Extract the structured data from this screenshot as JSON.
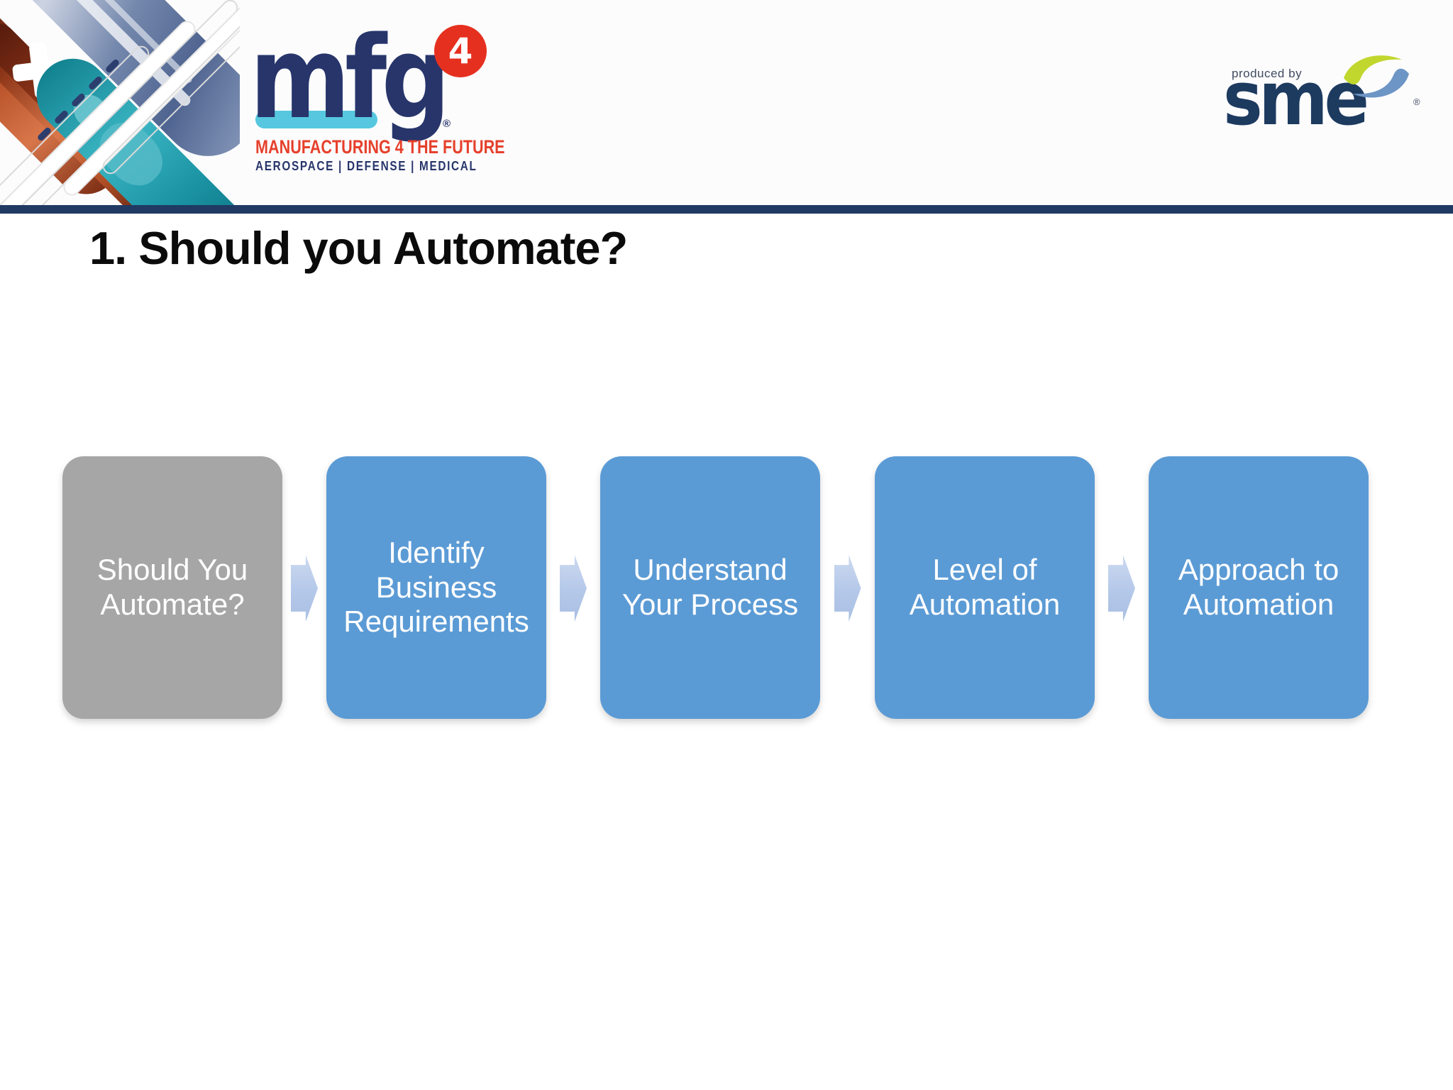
{
  "header": {
    "logo": {
      "brand": "mfg",
      "badge": "4",
      "registered": "®",
      "tagline": "MANUFACTURING 4 THE FUTURE",
      "subtagline": "AEROSPACE | DEFENSE | MEDICAL"
    },
    "producer": {
      "produced_by": "produced by",
      "name": "sme",
      "registered": "®"
    }
  },
  "title": "1. Should you Automate?",
  "flow": {
    "steps": [
      {
        "label": "Should You Automate?",
        "fill": "#a6a6a6",
        "state": "current"
      },
      {
        "label": "Identify Business Requirements",
        "fill": "#5b9bd5",
        "state": "upcoming"
      },
      {
        "label": "Understand Your Process",
        "fill": "#5b9bd5",
        "state": "upcoming"
      },
      {
        "label": "Level of Automation",
        "fill": "#5b9bd5",
        "state": "upcoming"
      },
      {
        "label": "Approach to Automation",
        "fill": "#5b9bd5",
        "state": "upcoming"
      }
    ],
    "arrow_color": "#b4c8e9"
  },
  "colors": {
    "divider_navy": "#203a64",
    "box_blue": "#5b9bd5",
    "box_gray": "#a6a6a6",
    "brand_navy": "#27356b",
    "brand_red": "#e6301f",
    "brand_tagline_red": "#e6402b",
    "brand_cyan": "#56c7df",
    "sme_navy": "#1d3a5f",
    "sme_green": "#c1d72e",
    "sme_blue": "#6d95c5",
    "text_white": "#ffffff",
    "title_black": "#0b0b0c"
  }
}
